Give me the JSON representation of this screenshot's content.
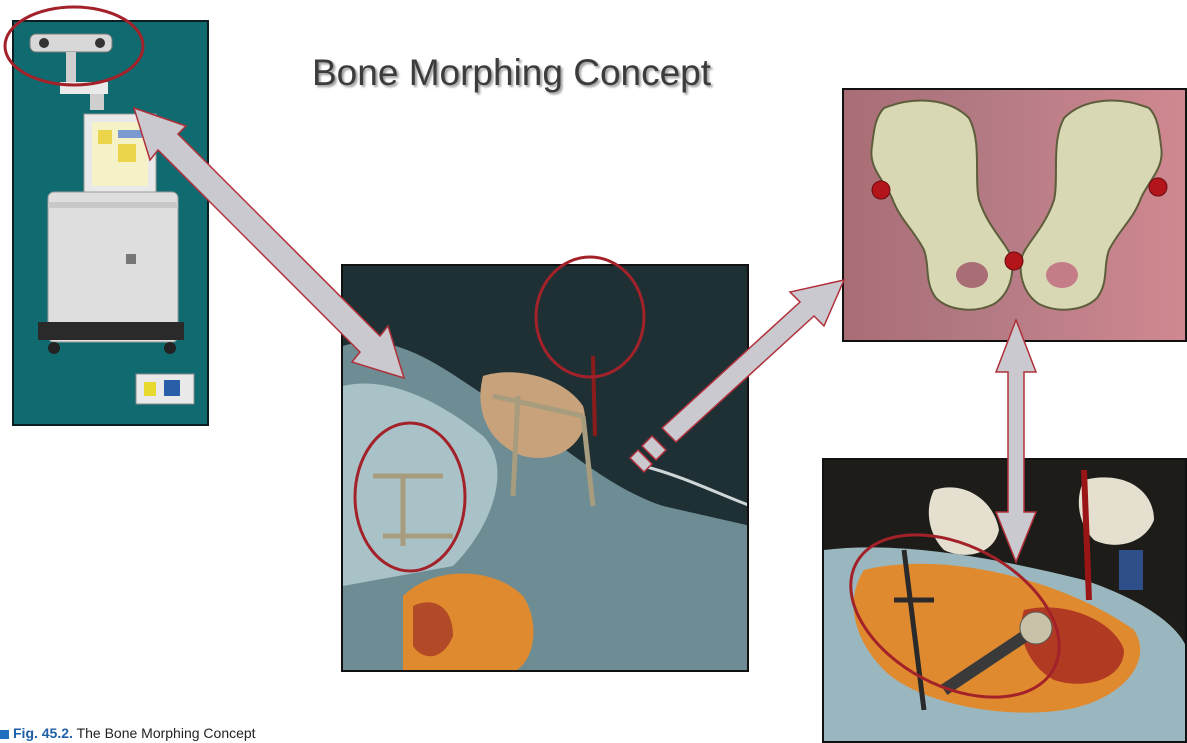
{
  "title": "Bone Morphing Concept",
  "caption": {
    "label": "Fig. 45.2.",
    "text": "The Bone Morphing Concept"
  },
  "colors": {
    "highlight_ellipse": "#a3222a",
    "arrow_fill": "#c9c9cf",
    "arrow_stroke": "#b0303a",
    "station_bg": "#0f6b70",
    "pelvis_bg": "#b37a84",
    "bone": "#d9d8b4",
    "landmark": "#b3151b"
  }
}
